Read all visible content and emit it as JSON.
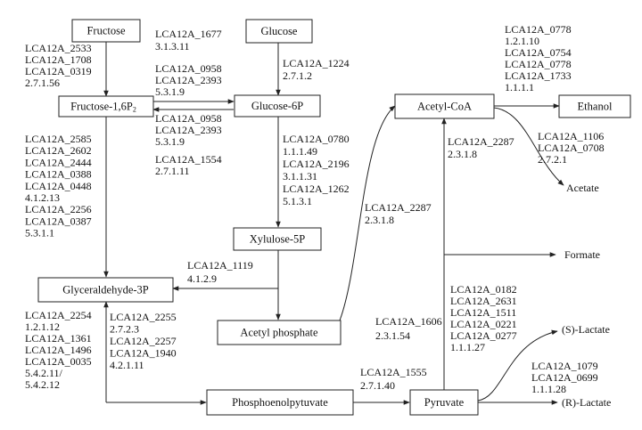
{
  "nodes": {
    "fructose": "Fructose",
    "glucose": "Glucose",
    "fructose16p2": "Fructose-1,6P",
    "fructose16p2_sub": "2",
    "glucose6p": "Glucose-6P",
    "acetylcoa": "Acetyl-CoA",
    "ethanol": "Ethanol",
    "acetate": "Acetate",
    "formate": "Formate",
    "xylulose5p": "Xylulose-5P",
    "glyceraldehyde3p": "Glyceraldehyde-3P",
    "acetylphosphate": "Acetyl phosphate",
    "slactate": "(S)-Lactate",
    "phosphoenolpyruvate": "Phosphoenolpytuvate",
    "pyruvate": "Pyruvate",
    "rlactate": "(R)-Lactate"
  },
  "labels": {
    "fructose_to_f16p": [
      "LCA12A_2533",
      "LCA12A_1708",
      "LCA12A_0319",
      "2.7.1.56"
    ],
    "f16p_glc6p_top": [
      "LCA12A_1677",
      "3.1.3.11"
    ],
    "f16p_glc6p_mid": [
      "LCA12A_0958",
      "LCA12A_2393",
      "5.3.1.9"
    ],
    "f16p_glc6p_bot": [
      "LCA12A_0958",
      "LCA12A_2393",
      "5.3.1.9"
    ],
    "f16p_glc6p_low": [
      "LCA12A_1554",
      "2.7.1.11"
    ],
    "glucose_to_g6p": [
      "LCA12A_1224",
      "2.7.1.2"
    ],
    "g6p_to_x5p": [
      "LCA12A_0780",
      "1.1.1.49",
      "LCA12A_2196",
      "3.1.1.31",
      "LCA12A_1262",
      "5.1.3.1"
    ],
    "f16p_to_g3p": [
      "LCA12A_2585",
      "LCA12A_2602",
      "LCA12A_2444",
      "LCA12A_0388",
      "LCA12A_0448",
      "4.1.2.13",
      "LCA12A_2256",
      "LCA12A_0387",
      "5.3.1.1"
    ],
    "x5p_to_g3p": [
      "LCA12A_1119",
      "4.1.2.9"
    ],
    "acetyl_to_ethanol": [
      "LCA12A_0778",
      "1.2.1.10",
      "LCA12A_0754",
      "LCA12A_0778",
      "LCA12A_1733",
      "1.1.1.1"
    ],
    "acetylcoa_acetate": [
      "LCA12A_2287",
      "2.3.1.8"
    ],
    "acetate_label": [
      "LCA12A_1106",
      "LCA12A_0708",
      "2.7.2.1"
    ],
    "acetylphos_to_acetylcoa": [
      "LCA12A_2287",
      "2.3.1.8"
    ],
    "g3p_left": [
      "LCA12A_2254",
      "1.2.1.12",
      "LCA12A_1361",
      "LCA12A_1496",
      "LCA12A_0035",
      "5.4.2.11/",
      "5.4.2.12"
    ],
    "g3p_mid": [
      "LCA12A_2255",
      "2.7.2.3",
      "LCA12A_2257",
      "LCA12A_1940",
      "4.2.1.11"
    ],
    "pyruvate_to_acetylcoa": [
      "LCA12A_1606",
      "2.3.1.54"
    ],
    "pyruvate_to_slactate": [
      "LCA12A_0182",
      "LCA12A_2631",
      "LCA12A_1511",
      "LCA12A_0221",
      "LCA12A_0277",
      "1.1.1.27"
    ],
    "pep_to_pyruvate": [
      "LCA12A_1555",
      "2.7.1.40"
    ],
    "pyruvate_to_rlactate": [
      "LCA12A_1079",
      "LCA12A_0699",
      "1.1.1.28"
    ]
  }
}
